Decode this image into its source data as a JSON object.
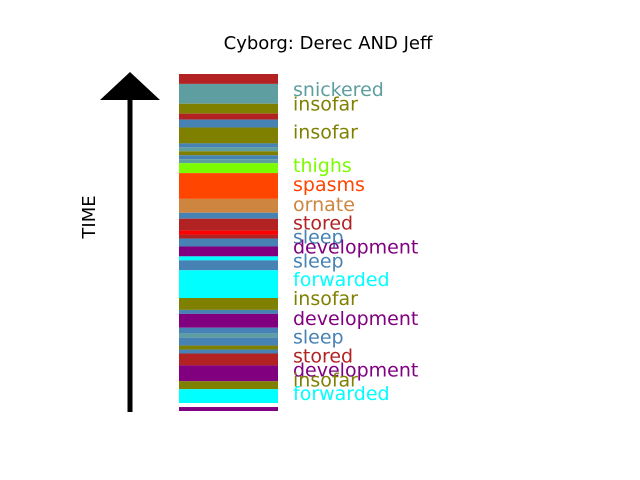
{
  "chart_data": {
    "type": "timeline-strip",
    "title": "Cyborg: Derec AND Jeff",
    "axis_label": "TIME",
    "time_range": [
      0,
      340
    ],
    "segments": [
      {
        "start": 0,
        "end": 10,
        "color": "#b22222"
      },
      {
        "start": 10,
        "end": 30,
        "color": "#5f9ea0"
      },
      {
        "start": 30,
        "end": 40,
        "color": "#808000"
      },
      {
        "start": 40,
        "end": 46,
        "color": "#b22222"
      },
      {
        "start": 46,
        "end": 54,
        "color": "#4682b4"
      },
      {
        "start": 54,
        "end": 70,
        "color": "#808000"
      },
      {
        "start": 70,
        "end": 74,
        "color": "#4682b4"
      },
      {
        "start": 74,
        "end": 78,
        "color": "#5f9ea0"
      },
      {
        "start": 78,
        "end": 82,
        "color": "#808000"
      },
      {
        "start": 82,
        "end": 86,
        "color": "#4682b4"
      },
      {
        "start": 86,
        "end": 90,
        "color": "#5f9ea0"
      },
      {
        "start": 90,
        "end": 100,
        "color": "#7cfc00"
      },
      {
        "start": 100,
        "end": 126,
        "color": "#ff4500"
      },
      {
        "start": 126,
        "end": 140,
        "color": "#cd853f"
      },
      {
        "start": 140,
        "end": 146,
        "color": "#4682b4"
      },
      {
        "start": 146,
        "end": 158,
        "color": "#b22222"
      },
      {
        "start": 158,
        "end": 162,
        "color": "#ff0000"
      },
      {
        "start": 162,
        "end": 166,
        "color": "#b22222"
      },
      {
        "start": 166,
        "end": 174,
        "color": "#4682b4"
      },
      {
        "start": 174,
        "end": 184,
        "color": "#800080"
      },
      {
        "start": 184,
        "end": 188,
        "color": "#00ffff"
      },
      {
        "start": 188,
        "end": 198,
        "color": "#4682b4"
      },
      {
        "start": 198,
        "end": 226,
        "color": "#00ffff"
      },
      {
        "start": 226,
        "end": 238,
        "color": "#808000"
      },
      {
        "start": 238,
        "end": 242,
        "color": "#4682b4"
      },
      {
        "start": 242,
        "end": 256,
        "color": "#800080"
      },
      {
        "start": 256,
        "end": 262,
        "color": "#4682b4"
      },
      {
        "start": 262,
        "end": 266,
        "color": "#5f9ea0"
      },
      {
        "start": 266,
        "end": 274,
        "color": "#4682b4"
      },
      {
        "start": 274,
        "end": 278,
        "color": "#808000"
      },
      {
        "start": 278,
        "end": 282,
        "color": "#4682b4"
      },
      {
        "start": 282,
        "end": 294,
        "color": "#b22222"
      },
      {
        "start": 294,
        "end": 310,
        "color": "#800080"
      },
      {
        "start": 310,
        "end": 318,
        "color": "#808000"
      },
      {
        "start": 318,
        "end": 332,
        "color": "#00ffff"
      },
      {
        "start": 332,
        "end": 336,
        "color": "#ffffff"
      },
      {
        "start": 336,
        "end": 340,
        "color": "#800080"
      }
    ],
    "labels": [
      {
        "text": "snickered",
        "t": 16,
        "color": "#5f9ea0"
      },
      {
        "text": "insofar",
        "t": 31,
        "color": "#808000"
      },
      {
        "text": "insofar",
        "t": 59,
        "color": "#808000"
      },
      {
        "text": "thighs",
        "t": 93,
        "color": "#7cfc00"
      },
      {
        "text": "spasms",
        "t": 112,
        "color": "#ff4500"
      },
      {
        "text": "ornate",
        "t": 132,
        "color": "#cd853f"
      },
      {
        "text": "stored",
        "t": 151,
        "color": "#b22222"
      },
      {
        "text": "sleep",
        "t": 165,
        "color": "#4682b4"
      },
      {
        "text": "development",
        "t": 175,
        "color": "#800080"
      },
      {
        "text": "sleep",
        "t": 189,
        "color": "#4682b4"
      },
      {
        "text": "forwarded",
        "t": 208,
        "color": "#00ffff"
      },
      {
        "text": "insofar",
        "t": 227,
        "color": "#808000"
      },
      {
        "text": "development",
        "t": 247,
        "color": "#800080"
      },
      {
        "text": "sleep",
        "t": 266,
        "color": "#4682b4"
      },
      {
        "text": "stored",
        "t": 285,
        "color": "#b22222"
      },
      {
        "text": "development",
        "t": 299,
        "color": "#800080"
      },
      {
        "text": "insofar",
        "t": 309,
        "color": "#808000"
      },
      {
        "text": "forwarded",
        "t": 323,
        "color": "#00ffff"
      }
    ]
  }
}
